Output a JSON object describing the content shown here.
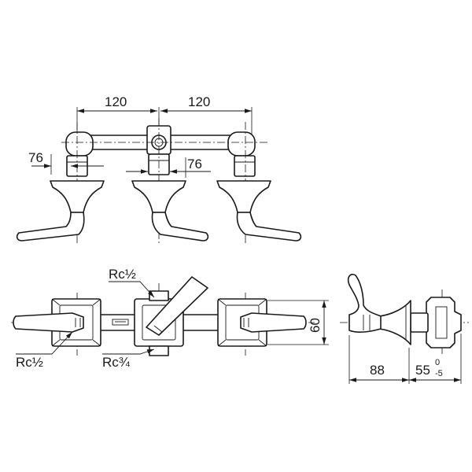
{
  "dimensions": {
    "front_spacing_left": "120",
    "front_spacing_right": "120",
    "spout_left": "76",
    "spout_right": "76",
    "height_60": "60",
    "depth_88": "88",
    "wall_depth_main": "55",
    "wall_depth_tol_upper": "0",
    "wall_depth_tol_lower": "-5"
  },
  "thread_labels": {
    "top_inlet": "Rc½",
    "left_inlet": "Rc½",
    "bottom_outlet": "Rc¾"
  },
  "colors": {
    "line": "#1a1a1a",
    "background": "#ffffff"
  }
}
